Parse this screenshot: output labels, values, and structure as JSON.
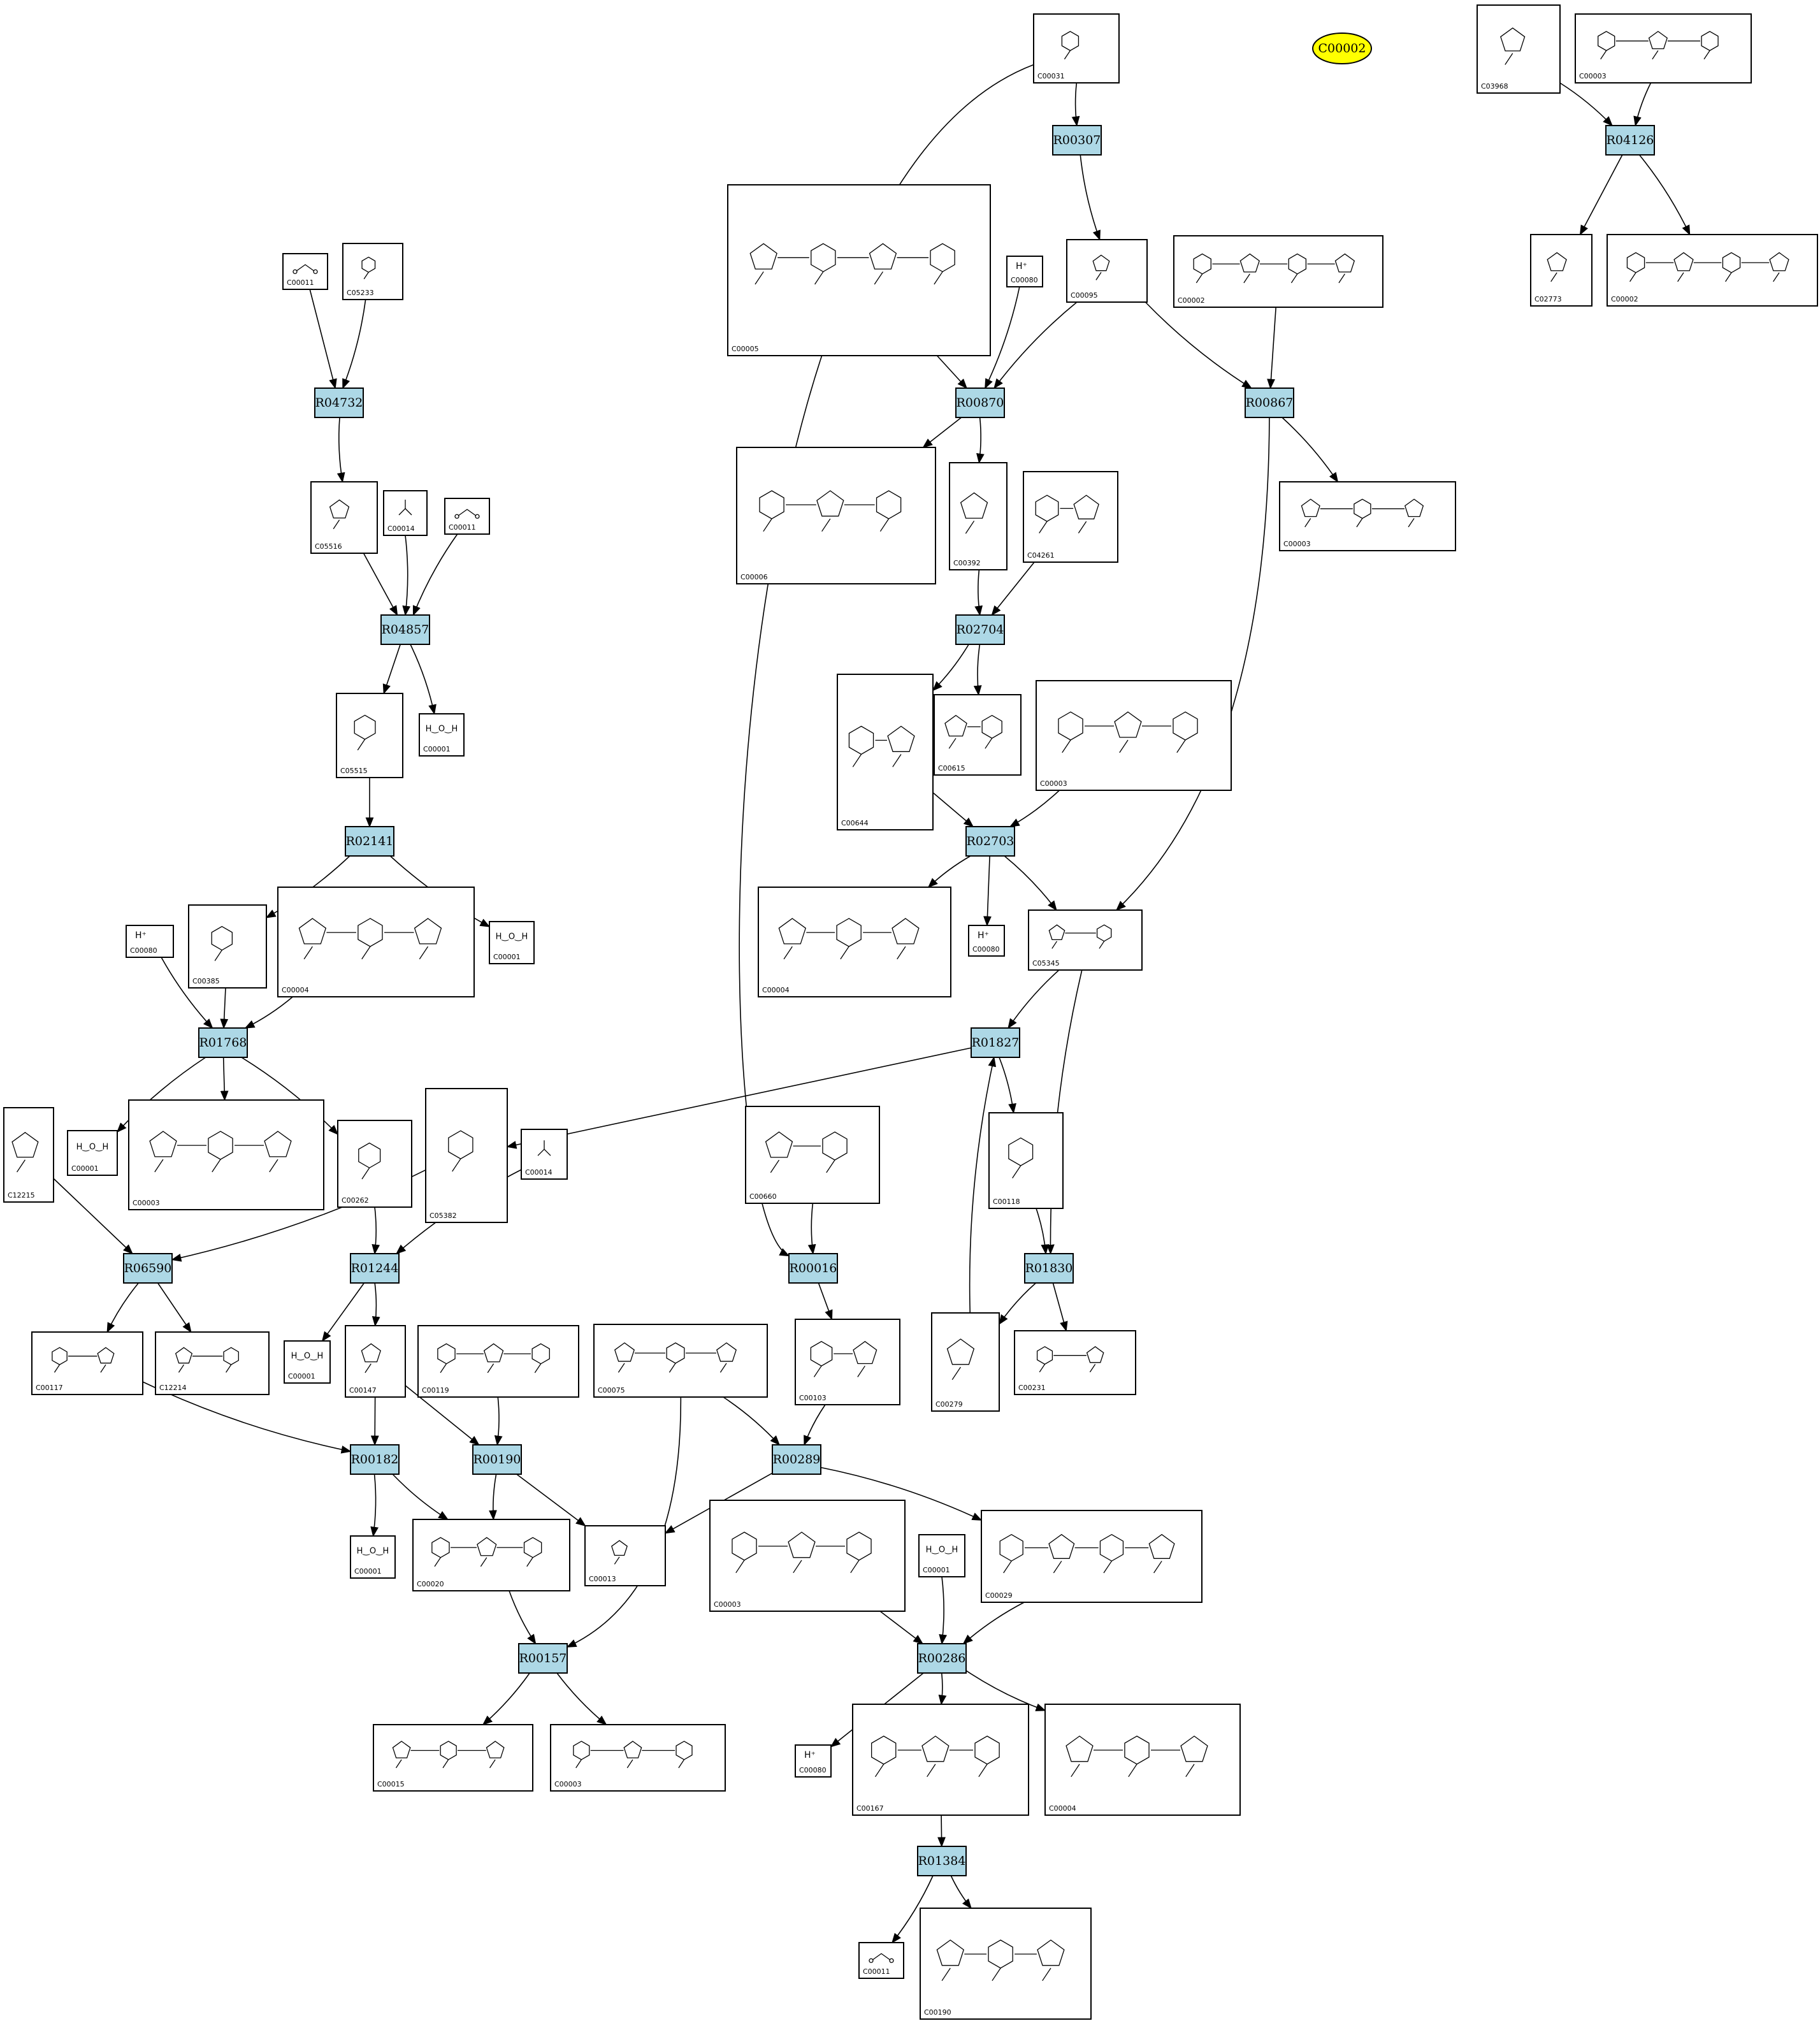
{
  "root": {
    "label": "C00002"
  },
  "reactions": [
    "R00307",
    "R04126",
    "R04732",
    "R00870",
    "R00867",
    "R04857",
    "R02704",
    "R02141",
    "R02703",
    "R01768",
    "R01827",
    "R06590",
    "R01244",
    "R00016",
    "R01830",
    "R00182",
    "R00190",
    "R00289",
    "R00157",
    "R00286",
    "R01384"
  ],
  "compounds": [
    "C00031",
    "C03968",
    "C00003",
    "C00011",
    "C05233",
    "C00005",
    "C00080",
    "C00095",
    "C00002",
    "C02773",
    "C00002",
    "C05516",
    "C00014",
    "C00011",
    "C00006",
    "C00392",
    "C04261",
    "C00003",
    "C05515",
    "C00001",
    "C00644",
    "C00615",
    "C00003",
    "C00004",
    "C00080",
    "C05345",
    "C00001",
    "C00080",
    "C00385",
    "C00004",
    "C05382",
    "C00660",
    "C00118",
    "C12215",
    "C00001",
    "C00003",
    "C00262",
    "C00014",
    "C00117",
    "C12214",
    "C00001",
    "C00147",
    "C00119",
    "C00075",
    "C00103",
    "C00279",
    "C00231",
    "C00001",
    "C00020",
    "C00013",
    "C00003",
    "C00001",
    "C00029",
    "C00015",
    "C00003",
    "C00080",
    "C00167",
    "C00004",
    "C00011",
    "C00190"
  ],
  "atom_labels": {
    "h_plus": "H⁺",
    "water": "H‿O‿H"
  }
}
